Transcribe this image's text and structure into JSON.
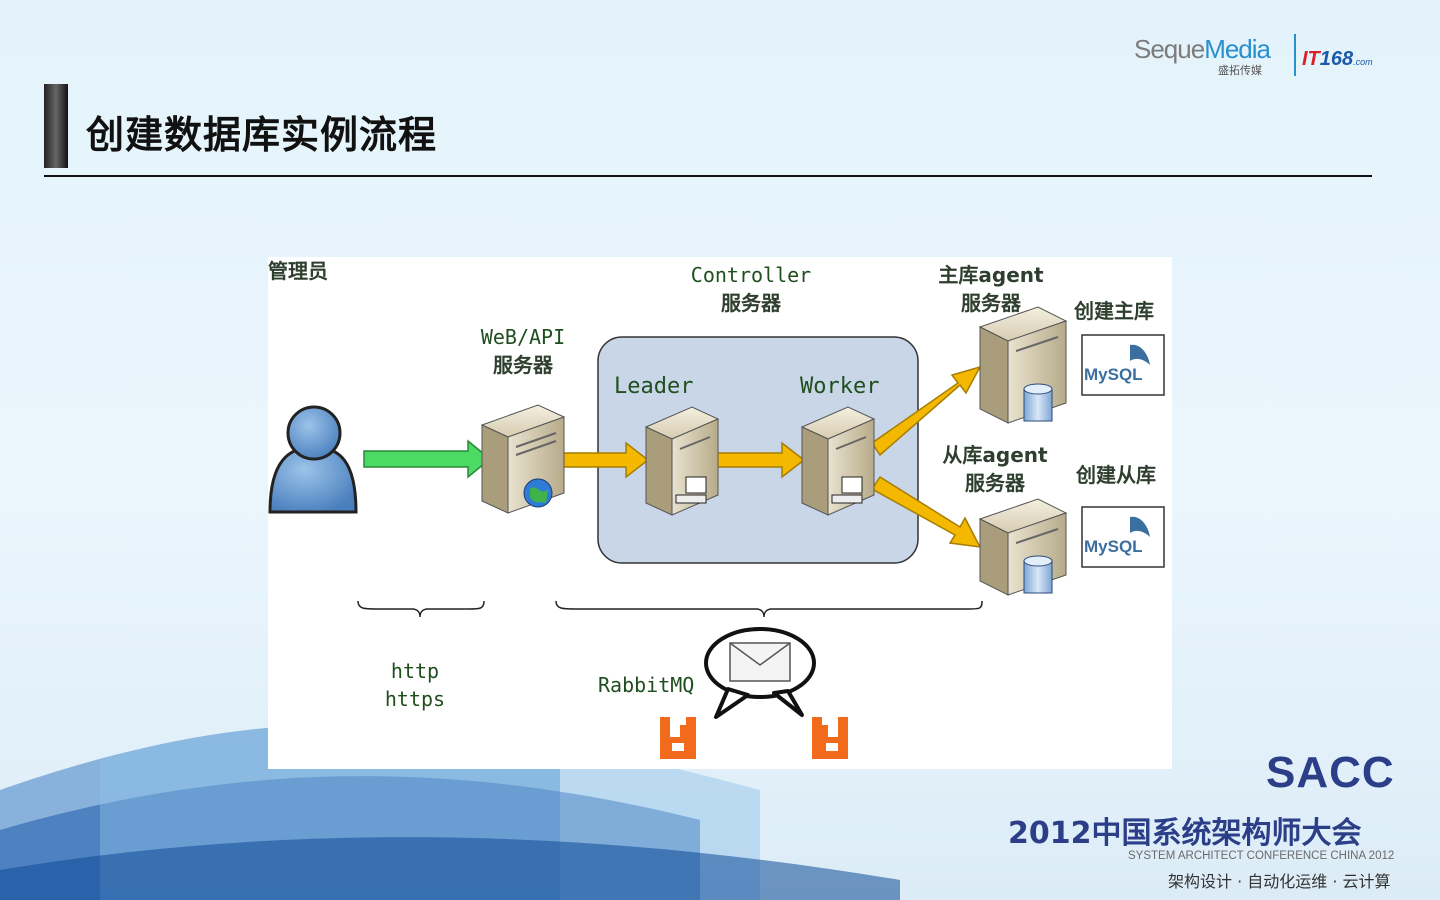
{
  "slide": {
    "title": "创建数据库实例流程"
  },
  "logos": {
    "seque_brand_a": "Seque",
    "seque_brand_b": "Media",
    "seque_sub": "盛拓传媒",
    "it_prefix": "IT",
    "it_number": "168",
    "it_suffix": ".com"
  },
  "diagram": {
    "admin_label": "管理员",
    "web_api_label_1": "WeB/API",
    "web_api_label_2": "服务器",
    "controller_label_1": "Controller",
    "controller_label_2": "服务器",
    "leader_label": "Leader",
    "worker_label": "Worker",
    "master_agent_label_1": "主库agent",
    "master_agent_label_2": "服务器",
    "slave_agent_label_1": "从库agent",
    "slave_agent_label_2": "服务器",
    "create_master_label": "创建主库",
    "create_slave_label": "创建从库",
    "mysql_text": "MySQL",
    "protocol_1": "http",
    "protocol_2": "https",
    "mq_label": "RabbitMQ"
  },
  "footer": {
    "sacc": "SACC",
    "conference_cn": "2012中国系统架构师大会",
    "conference_en": "SYSTEM ARCHITECT CONFERENCE CHINA 2012",
    "tagline": "架构设计 · 自动化运维 · 云计算"
  },
  "colors": {
    "arrow_green": "#4cd964",
    "arrow_orange": "#f5b800",
    "controller_box": "#c8d6e8",
    "user_blue": "#5b8fc9",
    "footer_blue": "#2c3e88",
    "rabbit_orange": "#f26a1b"
  }
}
